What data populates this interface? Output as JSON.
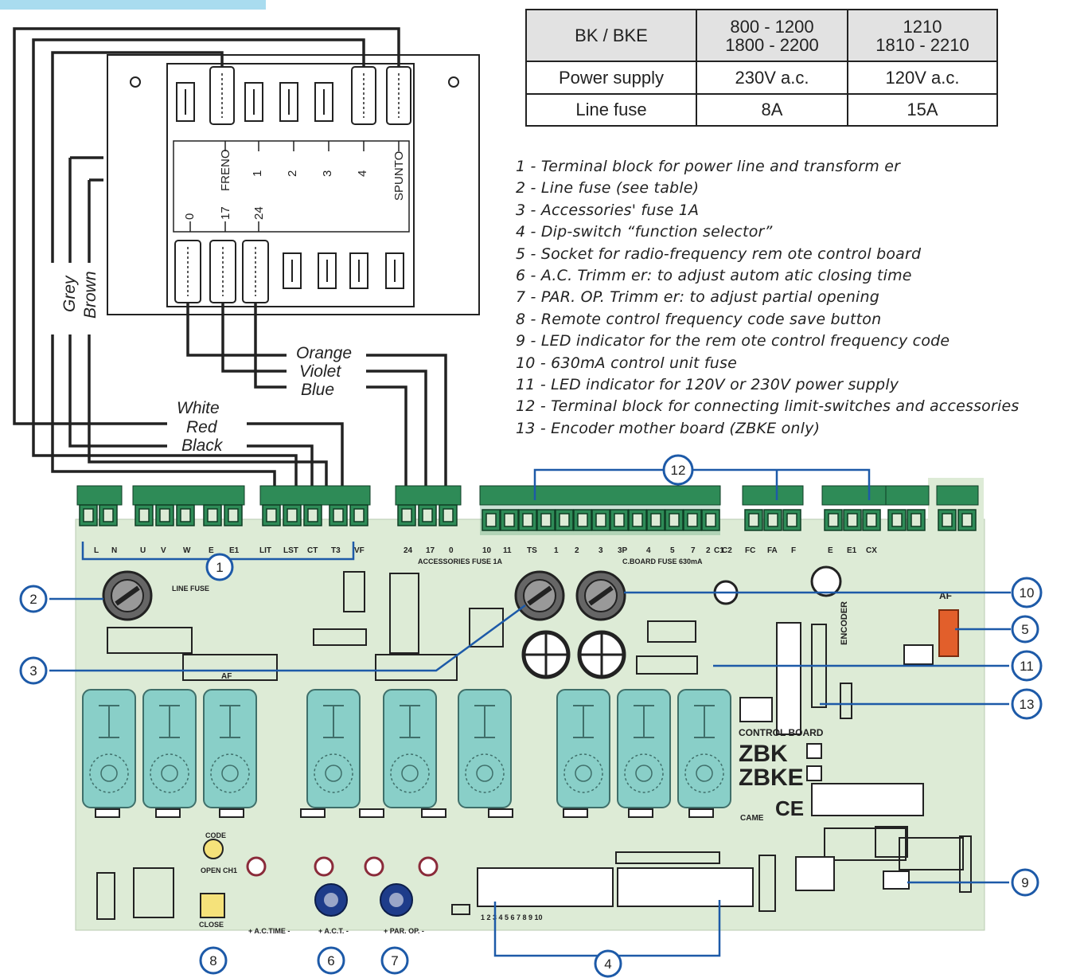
{
  "table": {
    "header": [
      "BK / BKE",
      "800 - 1200\n1800 - 2200",
      "1210\n1810 - 2210"
    ],
    "rows": [
      [
        "Power supply",
        "230V a.c.",
        "120V a.c."
      ],
      [
        "Line fuse",
        "8A",
        "15A"
      ]
    ]
  },
  "legend": [
    "1 - Terminal block for power line and transform er",
    "2 - Line fuse (see table)",
    "3 - Accessories' fuse 1A",
    "4 - Dip-switch “function selector”",
    "5 - Socket for radio-frequency rem ote control board",
    "6 - A.C. Trimm er: to adjust autom atic closing time",
    "7 - PAR. OP. Trimm er: to adjust partial opening",
    "8 - Remote control frequency code save button",
    "9 - LED indicator for the rem ote control frequency code",
    "10 - 630mA control unit fuse",
    "11 - LED indicator for 120V or 230V power supply",
    "12 - Terminal block for connecting limit-switches and accessories",
    "13 - Encoder mother board (ZBKE only)"
  ],
  "transformer": {
    "top_labels": [
      "FRENO",
      "1",
      "2",
      "3",
      "4",
      "SPUNTO"
    ],
    "bottom_labels": [
      "0",
      "17",
      "24"
    ]
  },
  "wires": {
    "left": [
      "Grey",
      "Brown"
    ],
    "group_a": [
      "Orange",
      "Violet",
      "Blue"
    ],
    "group_b": [
      "White",
      "Red",
      "Black"
    ]
  },
  "board": {
    "terminals_main": [
      "L",
      "N",
      "U",
      "V",
      "W",
      "E",
      "E1"
    ],
    "terminals_limits": [
      "LIT",
      "LST",
      "CT",
      "T3",
      "VF"
    ],
    "terminals_transformer": [
      "24",
      "17",
      "0"
    ],
    "terminals_accessories": [
      "10",
      "11",
      "TS",
      "1",
      "2",
      "3",
      "3P",
      "4",
      "5",
      "7",
      "2",
      "C1",
      "C2"
    ],
    "terminals_encoder": [
      "FC",
      "FA",
      "F"
    ],
    "terminals_extra": [
      "E",
      "E1",
      "CX"
    ],
    "text_accessories_fuse": "ACCESSORIES FUSE 1A",
    "text_board_fuse": "C.BOARD FUSE 630mA",
    "text_line_fuse": "LINE FUSE",
    "text_af": "AF",
    "text_encoder": "ENCODER",
    "text_control_board": "CONTROL BOARD",
    "model_1": "ZBK",
    "model_2": "ZBKE",
    "text_ce": "CE",
    "text_came": "CAME",
    "text_code": "CODE",
    "text_open_ch1": "OPEN CH1",
    "text_close": "CLOSE",
    "text_ac_time": "+ A.C.TIME -",
    "text_ac_t": "+ A.C.T. -",
    "text_par_op": "+ PAR. OP. -",
    "dip_numbers": "1 2 3 4 5 6 7 8 9 10"
  },
  "callouts": [
    "1",
    "2",
    "3",
    "4",
    "5",
    "6",
    "7",
    "8",
    "9",
    "10",
    "11",
    "12",
    "13"
  ],
  "colors": {
    "board": "#ddebd6",
    "terminal": "#2e8b57",
    "relay": "#89cfc8",
    "callout": "#1d5aa8",
    "socket": "#e25f2b",
    "title_tab": "#a9dcef"
  }
}
